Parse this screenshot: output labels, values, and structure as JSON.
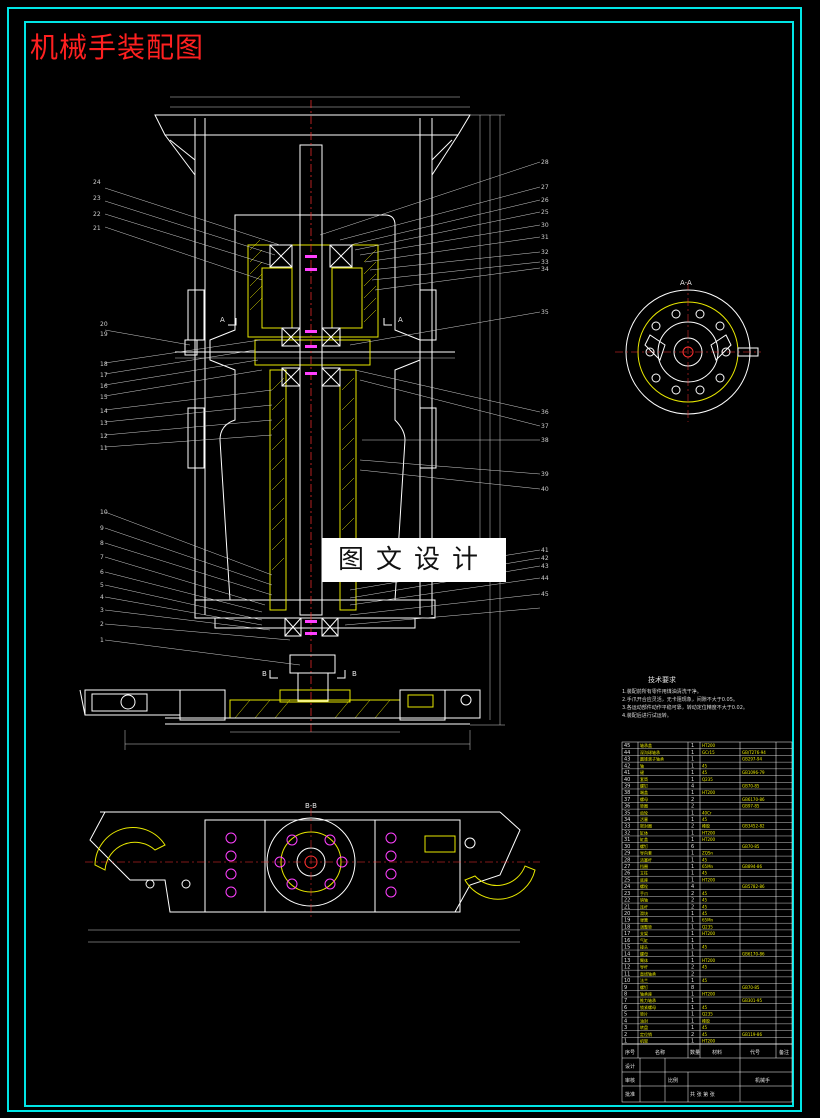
{
  "drawing": {
    "title": "机械手装配图",
    "watermark": "图文设计",
    "section_AA": "A-A",
    "section_BB": "B-B",
    "section_mark_A": "A",
    "section_mark_B": "B"
  },
  "colors": {
    "border": "#00e5e5",
    "outline": "#ffffff",
    "hatch": "#e8e800",
    "center": "#ff3030",
    "accent": "#ff40ff",
    "dim": "#cfcfcf",
    "green": "#40ff40"
  },
  "left_callouts": [
    "24",
    "23",
    "22",
    "21",
    "20",
    "19",
    "18",
    "17",
    "16",
    "15",
    "14",
    "13",
    "12",
    "11",
    "10",
    "9",
    "8",
    "7",
    "6",
    "5",
    "4",
    "3",
    "2",
    "1"
  ],
  "right_callouts": [
    "28",
    "27",
    "26",
    "25",
    "30",
    "31",
    "32",
    "33",
    "34",
    "35",
    "36",
    "37",
    "38",
    "39",
    "40",
    "41",
    "42",
    "43",
    "44",
    "45"
  ],
  "tech_notes": {
    "title": "技术要求",
    "lines": [
      "1.装配前所有零件用煤油清洗干净。",
      "2.手爪开合应灵活，无卡阻现象，间隙不大于0.05。",
      "3.各运动部件动作平稳可靠，转动定位精度不大于0.02。",
      "4.装配后进行试运转。"
    ]
  },
  "bom": {
    "rows": [
      {
        "no": "45",
        "name": "轴承盖",
        "qty": "1",
        "mat": "HT200",
        "std": ""
      },
      {
        "no": "44",
        "name": "深沟球轴承",
        "qty": "1",
        "mat": "GCr15",
        "std": "GB/T276-94"
      },
      {
        "no": "43",
        "name": "圆锥滚子轴承",
        "qty": "1",
        "mat": "",
        "std": "GB297-94"
      },
      {
        "no": "42",
        "name": "轴",
        "qty": "1",
        "mat": "45",
        "std": ""
      },
      {
        "no": "41",
        "name": "键",
        "qty": "1",
        "mat": "45",
        "std": "GB1096-79"
      },
      {
        "no": "40",
        "name": "套筒",
        "qty": "1",
        "mat": "Q235",
        "std": ""
      },
      {
        "no": "39",
        "name": "螺钉",
        "qty": "4",
        "mat": "",
        "std": "GB70-85"
      },
      {
        "no": "38",
        "name": "端盖",
        "qty": "1",
        "mat": "HT200",
        "std": ""
      },
      {
        "no": "37",
        "name": "螺母",
        "qty": "2",
        "mat": "",
        "std": "GB6170-86"
      },
      {
        "no": "36",
        "name": "垫圈",
        "qty": "2",
        "mat": "",
        "std": "GB97-85"
      },
      {
        "no": "35",
        "name": "齿轮",
        "qty": "1",
        "mat": "40Cr",
        "std": ""
      },
      {
        "no": "34",
        "name": "活塞",
        "qty": "1",
        "mat": "45",
        "std": ""
      },
      {
        "no": "33",
        "name": "密封圈",
        "qty": "2",
        "mat": "橡胶",
        "std": "GB3452-82"
      },
      {
        "no": "32",
        "name": "缸体",
        "qty": "1",
        "mat": "HT200",
        "std": ""
      },
      {
        "no": "31",
        "name": "缸盖",
        "qty": "1",
        "mat": "HT200",
        "std": ""
      },
      {
        "no": "30",
        "name": "螺钉",
        "qty": "6",
        "mat": "",
        "std": "GB70-85"
      },
      {
        "no": "29",
        "name": "导向套",
        "qty": "1",
        "mat": "ZQSn",
        "std": ""
      },
      {
        "no": "28",
        "name": "活塞杆",
        "qty": "1",
        "mat": "45",
        "std": ""
      },
      {
        "no": "27",
        "name": "挡圈",
        "qty": "1",
        "mat": "65Mn",
        "std": "GB894-86"
      },
      {
        "no": "26",
        "name": "立柱",
        "qty": "1",
        "mat": "45",
        "std": ""
      },
      {
        "no": "25",
        "name": "底座",
        "qty": "1",
        "mat": "HT200",
        "std": ""
      },
      {
        "no": "24",
        "name": "螺栓",
        "qty": "4",
        "mat": "",
        "std": "GB5782-86"
      },
      {
        "no": "23",
        "name": "手爪",
        "qty": "2",
        "mat": "45",
        "std": ""
      },
      {
        "no": "22",
        "name": "销轴",
        "qty": "2",
        "mat": "45",
        "std": ""
      },
      {
        "no": "21",
        "name": "连杆",
        "qty": "2",
        "mat": "45",
        "std": ""
      },
      {
        "no": "20",
        "name": "滑块",
        "qty": "1",
        "mat": "45",
        "std": ""
      },
      {
        "no": "19",
        "name": "弹簧",
        "qty": "1",
        "mat": "65Mn",
        "std": ""
      },
      {
        "no": "18",
        "name": "调整垫",
        "qty": "1",
        "mat": "Q235",
        "std": ""
      },
      {
        "no": "17",
        "name": "支架",
        "qty": "1",
        "mat": "HT200",
        "std": ""
      },
      {
        "no": "16",
        "name": "气缸",
        "qty": "1",
        "mat": "",
        "std": ""
      },
      {
        "no": "15",
        "name": "接头",
        "qty": "1",
        "mat": "45",
        "std": ""
      },
      {
        "no": "14",
        "name": "螺母",
        "qty": "1",
        "mat": "",
        "std": "GB6170-86"
      },
      {
        "no": "13",
        "name": "臂体",
        "qty": "1",
        "mat": "HT200",
        "std": ""
      },
      {
        "no": "12",
        "name": "导杆",
        "qty": "2",
        "mat": "45",
        "std": ""
      },
      {
        "no": "11",
        "name": "直线轴承",
        "qty": "2",
        "mat": "",
        "std": ""
      },
      {
        "no": "10",
        "name": "法兰",
        "qty": "1",
        "mat": "45",
        "std": ""
      },
      {
        "no": "9",
        "name": "螺钉",
        "qty": "8",
        "mat": "",
        "std": "GB70-85"
      },
      {
        "no": "8",
        "name": "轴承座",
        "qty": "1",
        "mat": "HT200",
        "std": ""
      },
      {
        "no": "7",
        "name": "推力轴承",
        "qty": "1",
        "mat": "",
        "std": "GB301-95"
      },
      {
        "no": "6",
        "name": "锁紧螺母",
        "qty": "1",
        "mat": "45",
        "std": ""
      },
      {
        "no": "5",
        "name": "垫片",
        "qty": "1",
        "mat": "Q235",
        "std": ""
      },
      {
        "no": "4",
        "name": "油封",
        "qty": "1",
        "mat": "橡胶",
        "std": ""
      },
      {
        "no": "3",
        "name": "转盘",
        "qty": "1",
        "mat": "45",
        "std": ""
      },
      {
        "no": "2",
        "name": "定位销",
        "qty": "2",
        "mat": "45",
        "std": "GB119-86"
      },
      {
        "no": "1",
        "name": "机架",
        "qty": "1",
        "mat": "HT200",
        "std": ""
      }
    ],
    "header": [
      "序号",
      "名称",
      "数量",
      "材料",
      "代号",
      "备注"
    ]
  },
  "title_block": {
    "design": "设计",
    "check": "审核",
    "approve": "批准",
    "scale_label": "比例",
    "sheet_label": "共 张 第 张",
    "drawing_name": "机械手"
  }
}
